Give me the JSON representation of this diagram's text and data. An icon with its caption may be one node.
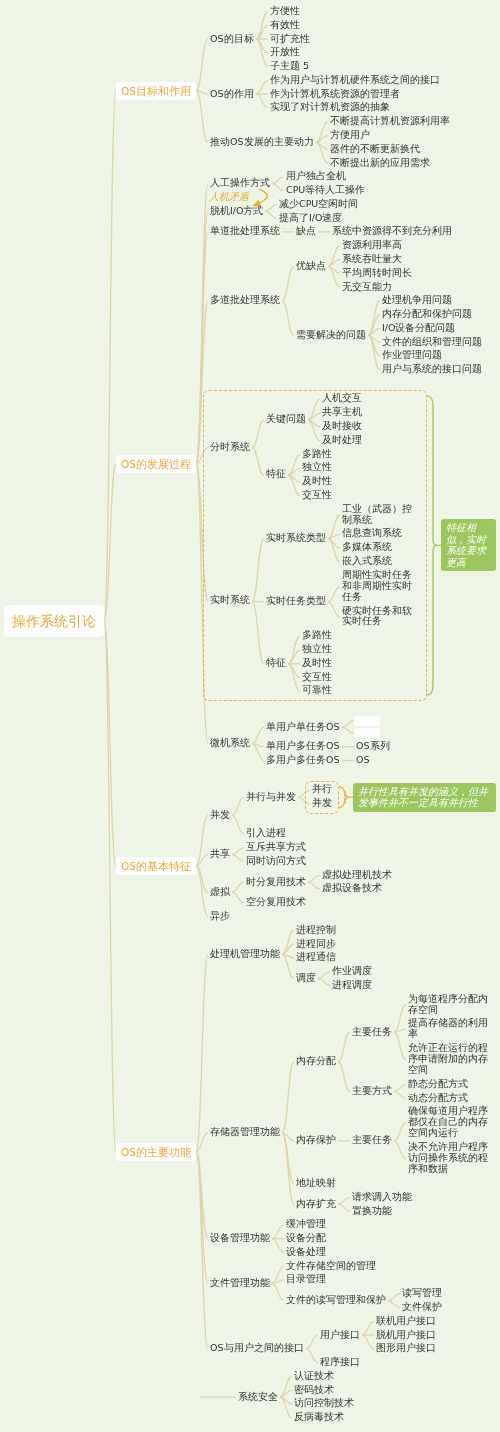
{
  "diagram": {
    "nodes": [
      {
        "text": [
          "操作系统引论"
        ]
      },
      {
        "text": [
          "OS目标和作用"
        ]
      },
      {
        "text": [
          "OS的目标"
        ]
      },
      {
        "text": [
          "方便性"
        ]
      },
      {
        "text": [
          "有效性"
        ]
      },
      {
        "text": [
          "可扩充性"
        ]
      },
      {
        "text": [
          "开放性"
        ]
      },
      {
        "text": [
          "子主题 5"
        ]
      },
      {
        "text": [
          "OS的作用"
        ]
      },
      {
        "text": [
          "作为用户与计算机硬件系统之间的接口"
        ]
      },
      {
        "text": [
          "作为计算机系统资源的管理者"
        ]
      },
      {
        "text": [
          "实现了对计算机资源的抽象"
        ]
      },
      {
        "text": [
          "推动OS发展的主要动力"
        ]
      },
      {
        "text": [
          "不断提高计算机资源利用率"
        ]
      },
      {
        "text": [
          "方便用户"
        ]
      },
      {
        "text": [
          "器件的不断更新换代"
        ]
      },
      {
        "text": [
          "不断提出新的应用需求"
        ]
      },
      {
        "text": [
          "OS的发展过程"
        ]
      },
      {
        "text": [
          "人工操作方式"
        ]
      },
      {
        "text": [
          "用户独占全机"
        ]
      },
      {
        "text": [
          "CPU等待人工操作"
        ]
      },
      {
        "text": [
          "脱机I/O方式"
        ]
      },
      {
        "text": [
          "减少CPU空闲时间"
        ]
      },
      {
        "text": [
          "提高了I/O速度"
        ]
      },
      {
        "text": [
          "单道批处理系统"
        ]
      },
      {
        "text": [
          "缺点"
        ]
      },
      {
        "text": [
          "系统中资源得不到充分利用"
        ]
      },
      {
        "text": [
          "多道批处理系统"
        ]
      },
      {
        "text": [
          "优缺点"
        ]
      },
      {
        "text": [
          "资源利用率高"
        ]
      },
      {
        "text": [
          "系统吞吐量大"
        ]
      },
      {
        "text": [
          "平均周转时间长"
        ]
      },
      {
        "text": [
          "无交互能力"
        ]
      },
      {
        "text": [
          "需要解决的问题"
        ]
      },
      {
        "text": [
          "处理机争用问题"
        ]
      },
      {
        "text": [
          "内存分配和保护问题"
        ]
      },
      {
        "text": [
          "I/O设备分配问题"
        ]
      },
      {
        "text": [
          "文件的组织和管理问题"
        ]
      },
      {
        "text": [
          "作业管理问题"
        ]
      },
      {
        "text": [
          "用户与系统的接口问题"
        ]
      },
      {
        "text": [],
        "shape": "box"
      },
      {
        "text": [
          "分时系统"
        ],
        "in": 40
      },
      {
        "text": [
          "关键问题"
        ],
        "in": 40
      },
      {
        "text": [
          "人机交互"
        ],
        "in": 40
      },
      {
        "text": [
          "共享主机"
        ],
        "in": 40
      },
      {
        "text": [
          "及时接收"
        ],
        "in": 40
      },
      {
        "text": [
          "及时处理"
        ],
        "in": 40
      },
      {
        "text": [
          "特征"
        ],
        "in": 40
      },
      {
        "text": [
          "多路性"
        ],
        "in": 40
      },
      {
        "text": [
          "独立性"
        ],
        "in": 40
      },
      {
        "text": [
          "及时性"
        ],
        "in": 40
      },
      {
        "text": [
          "交互性"
        ],
        "in": 40
      },
      {
        "text": [
          "实时系统"
        ],
        "in": 40
      },
      {
        "text": [
          "实时系统类型"
        ],
        "in": 40
      },
      {
        "text": [
          "工业（武器）控制系统"
        ],
        "in": 40
      },
      {
        "text": [
          "信息查询系统"
        ],
        "in": 40
      },
      {
        "text": [
          "多媒体系统"
        ],
        "in": 40
      },
      {
        "text": [
          "嵌入式系统"
        ],
        "in": 40
      },
      {
        "text": [
          "实时任务类型"
        ],
        "in": 40
      },
      {
        "text": [
          "周期性实时任务和非周期性实时任务"
        ],
        "in": 40
      },
      {
        "text": [
          "硬实时任务和软实时任务"
        ],
        "in": 40
      },
      {
        "text": [
          "特征"
        ],
        "in": 40
      },
      {
        "text": [
          "多路性"
        ],
        "in": 40
      },
      {
        "text": [
          "独立性"
        ],
        "in": 40
      },
      {
        "text": [
          "及时性"
        ],
        "in": 40
      },
      {
        "text": [
          "交互性"
        ],
        "in": 40
      },
      {
        "text": [
          "可靠性"
        ],
        "in": 40
      },
      {
        "text": [
          "特征相似，实时系统要求更高"
        ]
      },
      {
        "text": [
          "微机系统"
        ]
      },
      {
        "text": [
          "单用户单任务OS"
        ]
      },
      {
        "text": [],
        "shape": "box"
      },
      {
        "text": [],
        "shape": "box"
      },
      {
        "text": [
          "单用户多任务OS"
        ]
      },
      {
        "text": [
          "OS系列"
        ]
      },
      {
        "text": [
          "多用户多任务OS"
        ]
      },
      {
        "text": [
          "OS"
        ]
      },
      {
        "text": [
          "OS的基本特征"
        ]
      },
      {
        "text": [
          "并发"
        ]
      },
      {
        "text": [
          "并行与并发"
        ]
      },
      {
        "text": [],
        "shape": "box"
      },
      {
        "text": [
          "并行"
        ],
        "in": 79
      },
      {
        "text": [
          "并发"
        ],
        "in": 79
      },
      {
        "text": [
          "并行性具有并发的涵义，但并发事件并不一定具有并行性"
        ]
      },
      {
        "text": [
          "引入进程"
        ]
      },
      {
        "text": [
          "共享"
        ]
      },
      {
        "text": [
          "互斥共享方式"
        ]
      },
      {
        "text": [
          "同时访问方式"
        ]
      },
      {
        "text": [
          "虚拟"
        ]
      },
      {
        "text": [
          "时分复用技术"
        ]
      },
      {
        "text": [
          "虚拟处理机技术"
        ]
      },
      {
        "text": [
          "虚拟设备技术"
        ]
      },
      {
        "text": [
          "空分复用技术"
        ]
      },
      {
        "text": [
          "异步"
        ]
      },
      {
        "text": [
          "OS的主要功能"
        ]
      },
      {
        "text": [
          "处理机管理功能"
        ]
      },
      {
        "text": [
          "进程控制"
        ]
      },
      {
        "text": [
          "进程同步"
        ]
      },
      {
        "text": [
          "进程通信"
        ]
      },
      {
        "text": [
          "调度"
        ]
      },
      {
        "text": [
          "作业调度"
        ]
      },
      {
        "text": [
          "进程调度"
        ]
      },
      {
        "text": [
          "存储器管理功能"
        ]
      },
      {
        "text": [
          "内存分配"
        ]
      },
      {
        "text": [
          "主要任务"
        ]
      },
      {
        "text": [
          "为每道程序分配内存空间"
        ]
      },
      {
        "text": [
          "提高存储器的利用率"
        ]
      },
      {
        "text": [
          "允许正在运行的程序申请附加的内存空间"
        ]
      },
      {
        "text": [
          "主要方式"
        ]
      },
      {
        "text": [
          "静态分配方式"
        ]
      },
      {
        "text": [
          "动态分配方式"
        ]
      },
      {
        "text": [
          "内存保护"
        ]
      },
      {
        "text": [
          "主要任务"
        ]
      },
      {
        "text": [
          "确保每道用户程序都仅在自己的内存空间内运行"
        ]
      },
      {
        "text": [
          "决不允许用户程序访问操作系统的程序和数据"
        ]
      },
      {
        "text": [
          "地址映射"
        ]
      },
      {
        "text": [
          "内存扩充"
        ]
      },
      {
        "text": [
          "请求调入功能"
        ]
      },
      {
        "text": [
          "置换功能"
        ]
      },
      {
        "text": [
          "设备管理功能"
        ]
      },
      {
        "text": [
          "缓冲管理"
        ]
      },
      {
        "text": [
          "设备分配"
        ]
      },
      {
        "text": [
          "设备处理"
        ]
      },
      {
        "text": [
          "文件管理功能"
        ]
      },
      {
        "text": [
          "文件存储空间的管理"
        ]
      },
      {
        "text": [
          "目录管理"
        ]
      },
      {
        "text": [
          "文件的读写管理和保护"
        ]
      },
      {
        "text": [
          "读写管理"
        ]
      },
      {
        "text": [
          "文件保护"
        ]
      },
      {
        "text": [
          "OS与用户之间的接口"
        ]
      },
      {
        "text": [
          "用户接口"
        ]
      },
      {
        "text": [
          "联机用户接口"
        ]
      },
      {
        "text": [
          "脱机用户接口"
        ]
      },
      {
        "text": [
          "图形用户接口"
        ]
      },
      {
        "text": [
          "程序接口"
        ]
      },
      {
        "text": [
          "系统安全"
        ]
      },
      {
        "text": [
          "认证技术"
        ]
      },
      {
        "text": [
          "密码技术"
        ]
      },
      {
        "text": [
          "访问控制技术"
        ]
      },
      {
        "text": [
          "反病毒技术"
        ]
      }
    ],
    "edges": [
      {
        "from": 0,
        "to": 1,
        "arrow": "none"
      },
      {
        "from": 1,
        "to": 2,
        "arrow": "none"
      },
      {
        "from": 2,
        "to": 3,
        "arrow": "none"
      },
      {
        "from": 2,
        "to": 4,
        "arrow": "none"
      },
      {
        "from": 2,
        "to": 5,
        "arrow": "none"
      },
      {
        "from": 2,
        "to": 6,
        "arrow": "none"
      },
      {
        "from": 2,
        "to": 7,
        "arrow": "none"
      },
      {
        "from": 1,
        "to": 8,
        "arrow": "none"
      },
      {
        "from": 8,
        "to": 9,
        "arrow": "none"
      },
      {
        "from": 8,
        "to": 10,
        "arrow": "none"
      },
      {
        "from": 8,
        "to": 11,
        "arrow": "none"
      },
      {
        "from": 1,
        "to": 12,
        "arrow": "none"
      },
      {
        "from": 12,
        "to": 13,
        "arrow": "none"
      },
      {
        "from": 12,
        "to": 14,
        "arrow": "none"
      },
      {
        "from": 12,
        "to": 15,
        "arrow": "none"
      },
      {
        "from": 12,
        "to": 16,
        "arrow": "none"
      },
      {
        "from": 0,
        "to": 17,
        "arrow": "none"
      },
      {
        "from": 17,
        "to": 18,
        "arrow": "none"
      },
      {
        "from": 18,
        "to": 19,
        "arrow": "none"
      },
      {
        "from": 18,
        "to": 20,
        "arrow": "none"
      },
      {
        "from": 17,
        "to": 21,
        "arrow": "none"
      },
      {
        "from": 21,
        "to": 22,
        "arrow": "none"
      },
      {
        "from": 21,
        "to": 23,
        "arrow": "none"
      },
      {
        "from": 17,
        "to": 24,
        "arrow": "none"
      },
      {
        "from": 24,
        "to": 25,
        "arrow": "none"
      },
      {
        "from": 25,
        "to": 26,
        "arrow": "none"
      },
      {
        "from": 17,
        "to": 27,
        "arrow": "none"
      },
      {
        "from": 27,
        "to": 28,
        "arrow": "none"
      },
      {
        "from": 28,
        "to": 29,
        "arrow": "none"
      },
      {
        "from": 28,
        "to": 30,
        "arrow": "none"
      },
      {
        "from": 28,
        "to": 31,
        "arrow": "none"
      },
      {
        "from": 28,
        "to": 32,
        "arrow": "none"
      },
      {
        "from": 27,
        "to": 33,
        "arrow": "none"
      },
      {
        "from": 33,
        "to": 34,
        "arrow": "none"
      },
      {
        "from": 33,
        "to": 35,
        "arrow": "none"
      },
      {
        "from": 33,
        "to": 36,
        "arrow": "none"
      },
      {
        "from": 33,
        "to": 37,
        "arrow": "none"
      },
      {
        "from": 33,
        "to": 38,
        "arrow": "none"
      },
      {
        "from": 33,
        "to": 39,
        "arrow": "none"
      },
      {
        "from": 17,
        "to": 41,
        "arrow": "none"
      },
      {
        "from": 41,
        "to": 42,
        "arrow": "none"
      },
      {
        "from": 42,
        "to": 43,
        "arrow": "none"
      },
      {
        "from": 42,
        "to": 44,
        "arrow": "none"
      },
      {
        "from": 42,
        "to": 45,
        "arrow": "none"
      },
      {
        "from": 42,
        "to": 46,
        "arrow": "none"
      },
      {
        "from": 41,
        "to": 47,
        "arrow": "none"
      },
      {
        "from": 47,
        "to": 48,
        "arrow": "none"
      },
      {
        "from": 47,
        "to": 49,
        "arrow": "none"
      },
      {
        "from": 47,
        "to": 50,
        "arrow": "none"
      },
      {
        "from": 47,
        "to": 51,
        "arrow": "none"
      },
      {
        "from": 17,
        "to": 52,
        "arrow": "none"
      },
      {
        "from": 52,
        "to": 53,
        "arrow": "none"
      },
      {
        "from": 53,
        "to": 54,
        "arrow": "none"
      },
      {
        "from": 53,
        "to": 55,
        "arrow": "none"
      },
      {
        "from": 53,
        "to": 56,
        "arrow": "none"
      },
      {
        "from": 53,
        "to": 57,
        "arrow": "none"
      },
      {
        "from": 52,
        "to": 58,
        "arrow": "none"
      },
      {
        "from": 58,
        "to": 59,
        "arrow": "none"
      },
      {
        "from": 58,
        "to": 60,
        "arrow": "none"
      },
      {
        "from": 52,
        "to": 61,
        "arrow": "none"
      },
      {
        "from": 61,
        "to": 62,
        "arrow": "none"
      },
      {
        "from": 61,
        "to": 63,
        "arrow": "none"
      },
      {
        "from": 61,
        "to": 64,
        "arrow": "none"
      },
      {
        "from": 61,
        "to": 65,
        "arrow": "none"
      },
      {
        "from": 61,
        "to": 66,
        "arrow": "none"
      },
      {
        "from": 40,
        "to": 67,
        "arrow": "none",
        "color": "#9bc65a"
      },
      {
        "from": 17,
        "to": 68,
        "arrow": "none"
      },
      {
        "from": 68,
        "to": 69,
        "arrow": "none"
      },
      {
        "from": 69,
        "to": 70,
        "arrow": "none"
      },
      {
        "from": 69,
        "to": 71,
        "arrow": "none"
      },
      {
        "from": 68,
        "to": 72,
        "arrow": "none"
      },
      {
        "from": 72,
        "to": 73,
        "arrow": "none"
      },
      {
        "from": 68,
        "to": 74,
        "arrow": "none"
      },
      {
        "from": 74,
        "to": 75,
        "arrow": "none"
      },
      {
        "from": 0,
        "to": 76,
        "arrow": "none"
      },
      {
        "from": 76,
        "to": 77,
        "arrow": "none"
      },
      {
        "from": 77,
        "to": 78,
        "arrow": "none"
      },
      {
        "from": 78,
        "to": 80,
        "arrow": "none"
      },
      {
        "from": 78,
        "to": 81,
        "arrow": "none"
      },
      {
        "from": 79,
        "to": 82,
        "arrow": "none",
        "color": "#e8b04a"
      },
      {
        "from": 77,
        "to": 83,
        "arrow": "none"
      },
      {
        "from": 76,
        "to": 84,
        "arrow": "none"
      },
      {
        "from": 84,
        "to": 85,
        "arrow": "none"
      },
      {
        "from": 84,
        "to": 86,
        "arrow": "none"
      },
      {
        "from": 76,
        "to": 87,
        "arrow": "none"
      },
      {
        "from": 87,
        "to": 88,
        "arrow": "none"
      },
      {
        "from": 88,
        "to": 89,
        "arrow": "none"
      },
      {
        "from": 88,
        "to": 90,
        "arrow": "none"
      },
      {
        "from": 87,
        "to": 91,
        "arrow": "none"
      },
      {
        "from": 76,
        "to": 92,
        "arrow": "none"
      },
      {
        "from": 0,
        "to": 93,
        "arrow": "none"
      },
      {
        "from": 93,
        "to": 94,
        "arrow": "none"
      },
      {
        "from": 94,
        "to": 95,
        "arrow": "none"
      },
      {
        "from": 94,
        "to": 96,
        "arrow": "none"
      },
      {
        "from": 94,
        "to": 97,
        "arrow": "none"
      },
      {
        "from": 94,
        "to": 98,
        "arrow": "none"
      },
      {
        "from": 98,
        "to": 99,
        "arrow": "none"
      },
      {
        "from": 98,
        "to": 100,
        "arrow": "none"
      },
      {
        "from": 93,
        "to": 101,
        "arrow": "none"
      },
      {
        "from": 101,
        "to": 102,
        "arrow": "none"
      },
      {
        "from": 102,
        "to": 103,
        "arrow": "none"
      },
      {
        "from": 103,
        "to": 104,
        "arrow": "none"
      },
      {
        "from": 103,
        "to": 105,
        "arrow": "none"
      },
      {
        "from": 103,
        "to": 106,
        "arrow": "none"
      },
      {
        "from": 102,
        "to": 107,
        "arrow": "none"
      },
      {
        "from": 107,
        "to": 108,
        "arrow": "none"
      },
      {
        "from": 107,
        "to": 109,
        "arrow": "none"
      },
      {
        "from": 101,
        "to": 110,
        "arrow": "none"
      },
      {
        "from": 110,
        "to": 111,
        "arrow": "none"
      },
      {
        "from": 111,
        "to": 112,
        "arrow": "none"
      },
      {
        "from": 111,
        "to": 113,
        "arrow": "none"
      },
      {
        "from": 101,
        "to": 114,
        "arrow": "none"
      },
      {
        "from": 101,
        "to": 115,
        "arrow": "none"
      },
      {
        "from": 115,
        "to": 116,
        "arrow": "none"
      },
      {
        "from": 115,
        "to": 117,
        "arrow": "none"
      },
      {
        "from": 93,
        "to": 118,
        "arrow": "none"
      },
      {
        "from": 118,
        "to": 119,
        "arrow": "none"
      },
      {
        "from": 118,
        "to": 120,
        "arrow": "none"
      },
      {
        "from": 118,
        "to": 121,
        "arrow": "none"
      },
      {
        "from": 93,
        "to": 122,
        "arrow": "none"
      },
      {
        "from": 122,
        "to": 123,
        "arrow": "none"
      },
      {
        "from": 122,
        "to": 124,
        "arrow": "none"
      },
      {
        "from": 122,
        "to": 125,
        "arrow": "none"
      },
      {
        "from": 125,
        "to": 126,
        "arrow": "none"
      },
      {
        "from": 125,
        "to": 127,
        "arrow": "none"
      },
      {
        "from": 93,
        "to": 128,
        "arrow": "none"
      },
      {
        "from": 128,
        "to": 129,
        "arrow": "none"
      },
      {
        "from": 129,
        "to": 130,
        "arrow": "none"
      },
      {
        "from": 129,
        "to": 131,
        "arrow": "none"
      },
      {
        "from": 129,
        "to": 132,
        "arrow": "none"
      },
      {
        "from": 128,
        "to": 133,
        "arrow": "none"
      },
      {
        "from": null,
        "to": 134,
        "arrow": "none"
      },
      {
        "from": 134,
        "to": 135,
        "arrow": "none"
      },
      {
        "from": 134,
        "to": 136,
        "arrow": "none"
      },
      {
        "from": 134,
        "to": 137,
        "arrow": "none"
      },
      {
        "from": 134,
        "to": 138,
        "arrow": "none"
      },
      {
        "from": 18,
        "to": 21,
        "arrow": "to",
        "label": "人机矛盾",
        "color": "#e0b030"
      }
    ]
  }
}
